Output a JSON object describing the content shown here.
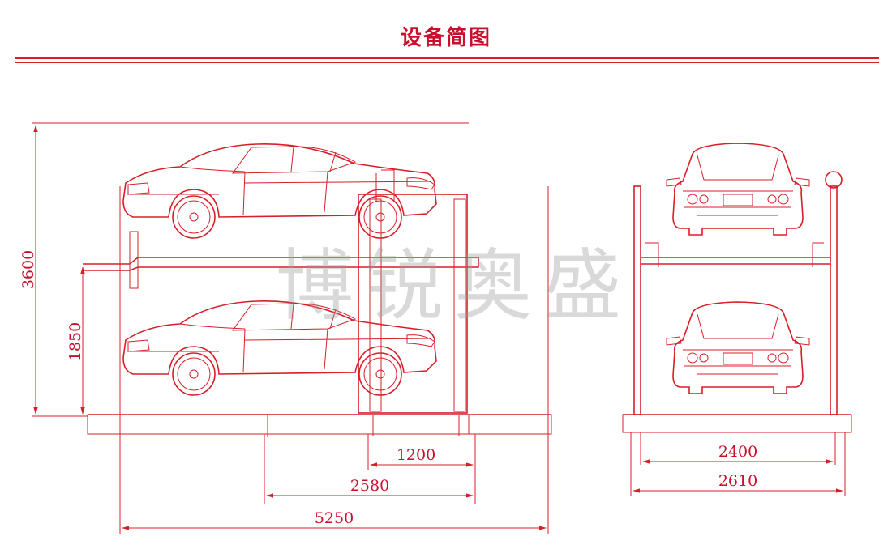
{
  "title": "设备简图",
  "watermark": "博锐奥盛",
  "colors": {
    "line": "#d81e28",
    "title": "#c8102e",
    "watermark": "#9a9a9a"
  },
  "dimensions": {
    "total_height": "3600",
    "upper_platform_height": "1850",
    "post_span": "1200",
    "platform_depth": "2580",
    "overall_length": "5250",
    "inner_width": "2400",
    "outer_width": "2610"
  }
}
